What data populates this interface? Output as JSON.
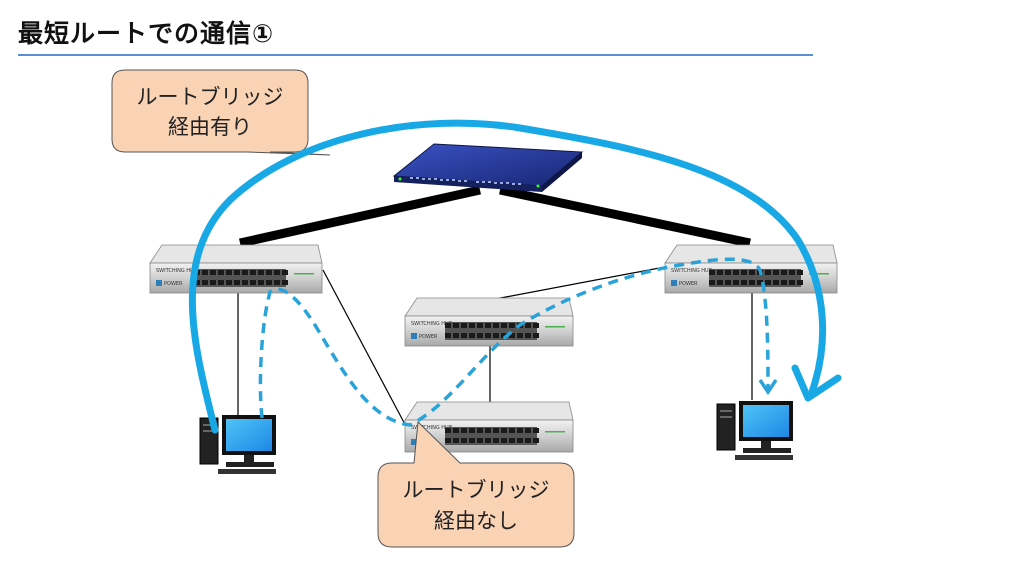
{
  "title": "最短ルートでの通信①",
  "callouts": {
    "top": {
      "line1": "ルートブリッジ",
      "line2": "経由有り"
    },
    "bottom": {
      "line1": "ルートブリッジ",
      "line2": "経由なし"
    }
  },
  "switch_labels": {
    "name": "SWITCHING HUB",
    "power": "POWER"
  },
  "colors": {
    "title_rule": "#5b8ed6",
    "callout_fill": "#fad3b5",
    "callout_stroke": "#555555",
    "solid_route": "#19a8e6",
    "dashed_route": "#29a3d9",
    "root_bridge": "#1e2f8c",
    "trunk": "#000000"
  },
  "icons": {
    "root_bridge": "network-switch-icon",
    "switch": "switching-hub-icon",
    "pc": "desktop-computer-icon"
  }
}
